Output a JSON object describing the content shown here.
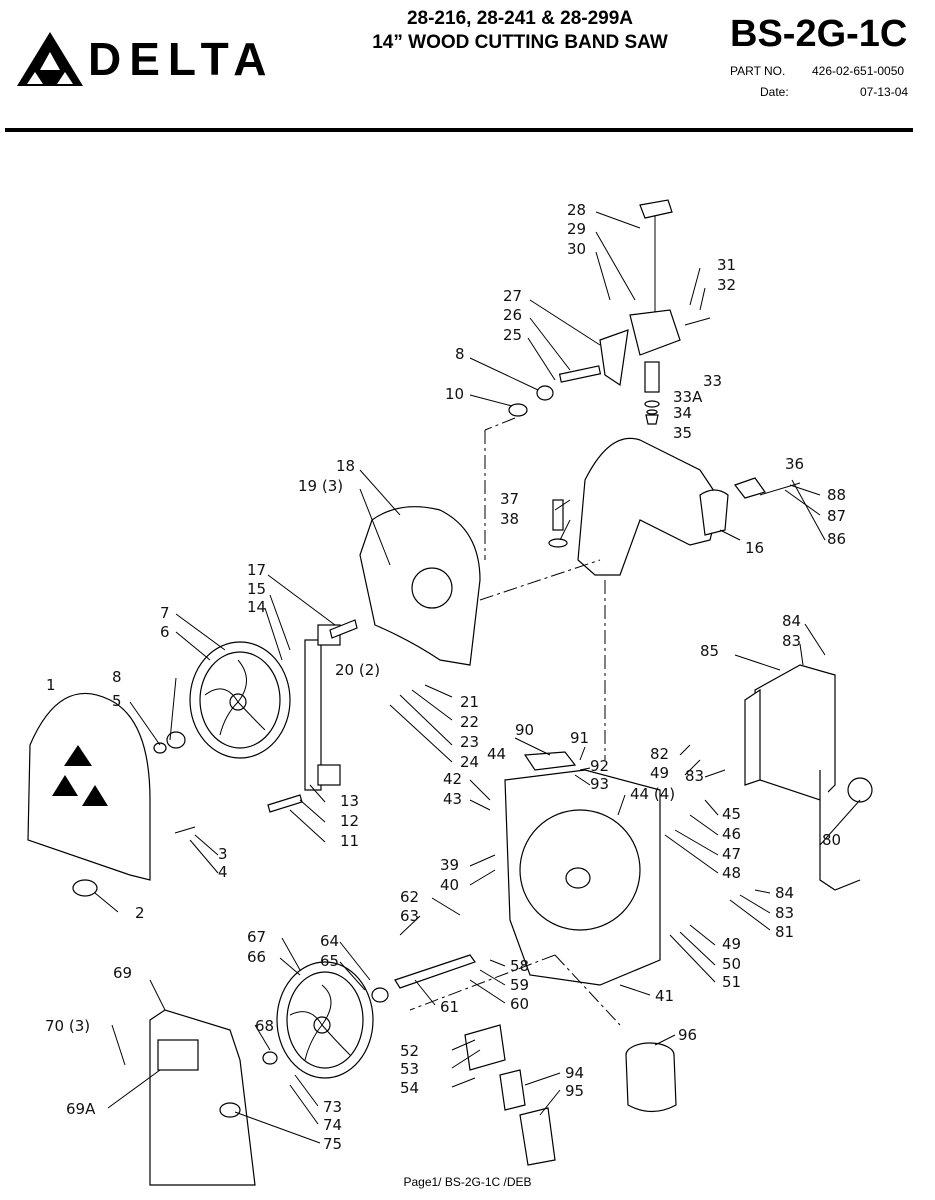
{
  "header": {
    "brand": "DELTA",
    "model_line": "28-216, 28-241 & 28-299A",
    "product_line": "14” WOOD CUTTING BAND SAW",
    "doc_id": "BS-2G-1C",
    "part_no_label": "PART NO.",
    "part_no_value": "426-02-651-0050",
    "date_label": "Date:",
    "date_value": "07-13-04"
  },
  "footer": {
    "page_text": "Page1/ BS-2G-1C /DEB"
  },
  "diagram": {
    "callouts": [
      "28",
      "29",
      "30",
      "31",
      "32",
      "27",
      "26",
      "25",
      "8",
      "10",
      "33",
      "33A",
      "34",
      "35",
      "18",
      "19 (3)",
      "36",
      "37",
      "38",
      "88",
      "87",
      "86",
      "16",
      "17",
      "15",
      "14",
      "7",
      "6",
      "20 (2)",
      "21",
      "22",
      "23",
      "24",
      "84",
      "83",
      "85",
      "8",
      "5",
      "90",
      "91",
      "92",
      "93",
      "44",
      "82",
      "49",
      "83",
      "42",
      "43",
      "44 (4)",
      "45",
      "46",
      "47",
      "48",
      "13",
      "12",
      "11",
      "1",
      "3",
      "4",
      "2",
      "80",
      "39",
      "40",
      "62",
      "63",
      "84",
      "83",
      "81",
      "49",
      "50",
      "51",
      "67",
      "66",
      "64",
      "65",
      "58",
      "59",
      "60",
      "61",
      "41",
      "69",
      "70 (3)",
      "68",
      "52",
      "53",
      "54",
      "96",
      "94",
      "95",
      "73",
      "74",
      "75",
      "69A"
    ]
  },
  "colors": {
    "ink": "#000000",
    "paper": "#ffffff"
  }
}
